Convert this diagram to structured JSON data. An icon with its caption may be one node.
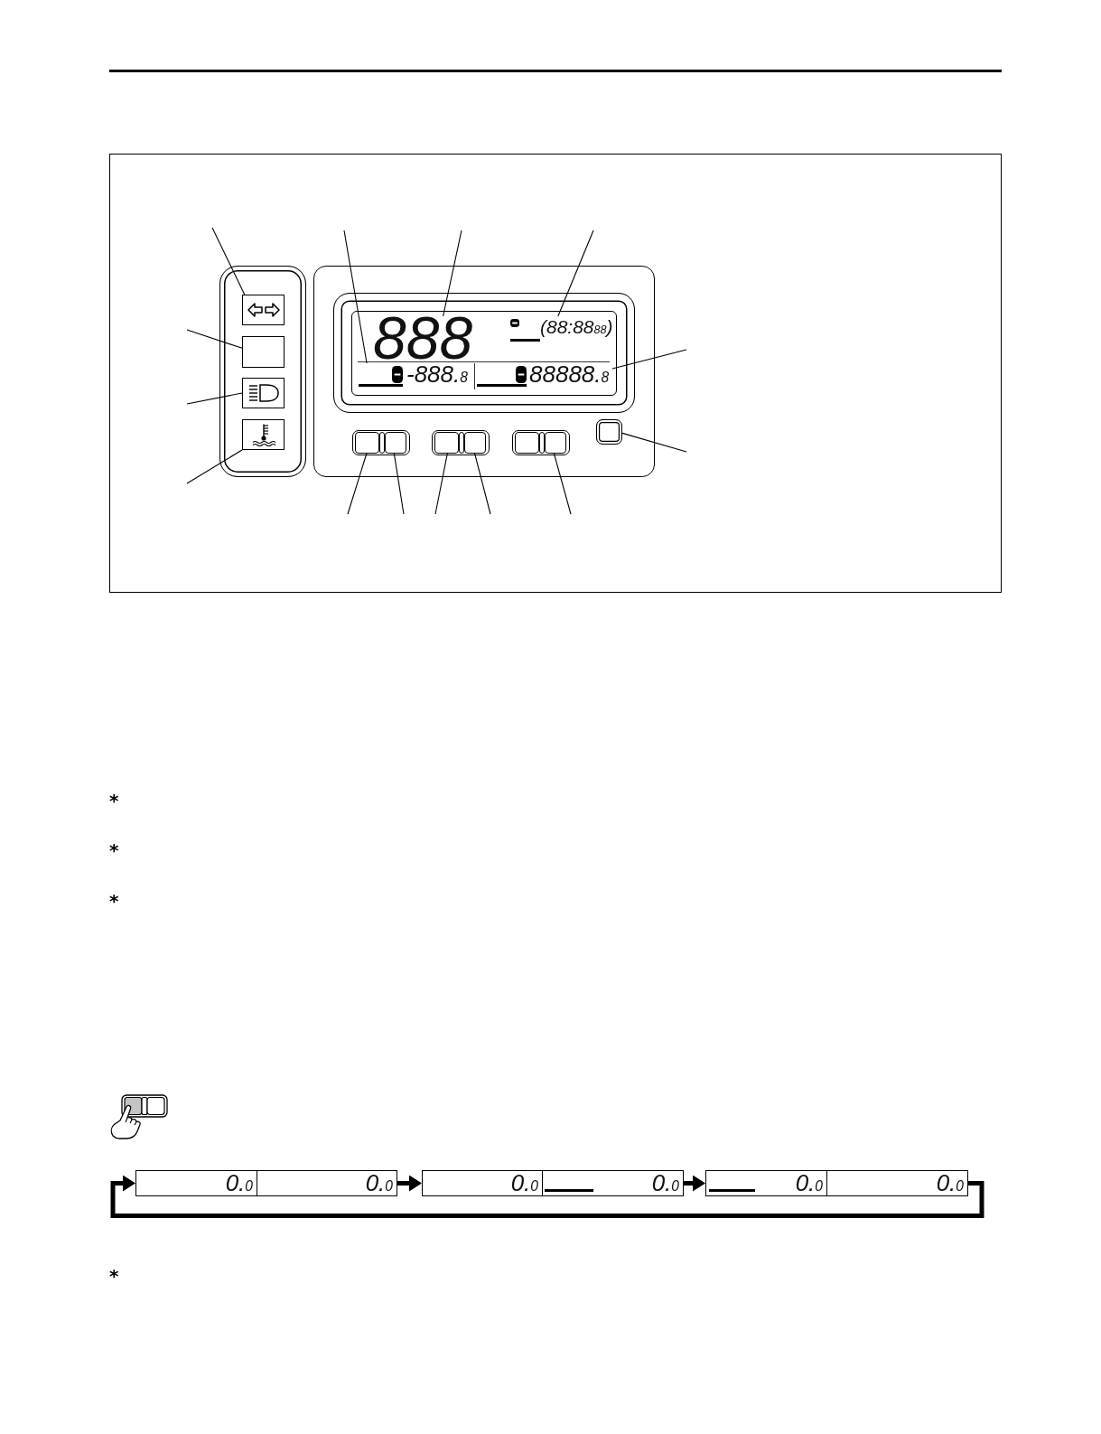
{
  "diagram": {
    "nodes": [
      {
        "text": [],
        "shape": "box"
      },
      {
        "text": [],
        "shape": "box"
      },
      {
        "text": [],
        "shape": "box"
      },
      {
        "text": [],
        "shape": "box"
      },
      {
        "text": [
          "888"
        ]
      },
      {
        "text": [
          "(88:88$_{88}$)"
        ]
      },
      {
        "text": [
          "-888.$_{8}$"
        ]
      },
      {
        "text": [
          "88888.$_{8}$"
        ]
      },
      {
        "text": [],
        "shape": "button"
      },
      {
        "text": [],
        "shape": "button"
      },
      {
        "text": [],
        "shape": "button"
      },
      {
        "text": [],
        "shape": "button"
      },
      {
        "text": [],
        "shape": "button"
      },
      {
        "text": [],
        "shape": "button"
      },
      {
        "text": [
          "0.$_{0}$",
          "0.$_{0}$"
        ]
      },
      {
        "text": [
          "0.$_{0}$",
          "0.$_{0}$"
        ]
      },
      {
        "text": [
          "0.$_{0}$",
          "0.$_{0}$"
        ]
      }
    ],
    "edges": [
      {
        "from": null,
        "to": 0,
        "arrow": "none"
      },
      {
        "from": null,
        "to": 1,
        "arrow": "none"
      },
      {
        "from": null,
        "to": 2,
        "arrow": "none"
      },
      {
        "from": null,
        "to": 3,
        "arrow": "none"
      },
      {
        "from": null,
        "to": 6,
        "arrow": "none"
      },
      {
        "from": null,
        "to": 4,
        "arrow": "none"
      },
      {
        "from": null,
        "to": 5,
        "arrow": "none"
      },
      {
        "from": null,
        "to": 7,
        "arrow": "none"
      },
      {
        "from": null,
        "to": 13,
        "arrow": "none"
      },
      {
        "from": null,
        "to": 8,
        "arrow": "none"
      },
      {
        "from": null,
        "to": 9,
        "arrow": "none"
      },
      {
        "from": null,
        "to": 10,
        "arrow": "none"
      },
      {
        "from": null,
        "to": 11,
        "arrow": "none"
      },
      {
        "from": null,
        "to": 12,
        "arrow": "none"
      },
      {
        "from": 14,
        "to": 15,
        "arrow": "to",
        "style": "thick"
      },
      {
        "from": 15,
        "to": 16,
        "arrow": "to",
        "style": "thick"
      },
      {
        "from": 16,
        "to": 14,
        "arrow": "to",
        "style": "thick"
      }
    ],
    "labels": [
      "*",
      "*",
      "*",
      "*"
    ]
  }
}
